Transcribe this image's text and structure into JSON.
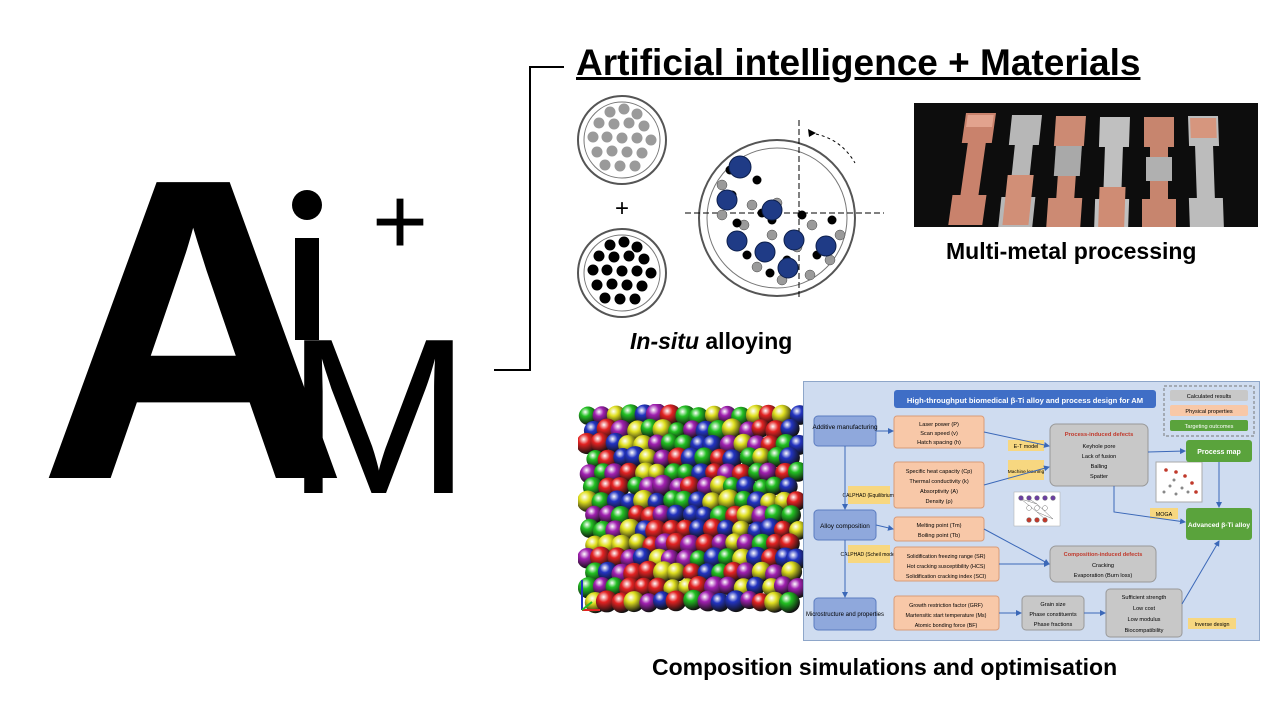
{
  "logo": {
    "big_letter": "A",
    "small_letter": "M",
    "superscript_plus": "+"
  },
  "title": "Artificial intelligence + Materials",
  "captions": {
    "insitu_italic": "In-situ",
    "insitu_rest": " alloying",
    "multi_metal": "Multi-metal processing",
    "composition": "Composition simulations and optimisation"
  },
  "insitu_plus": "+",
  "flowchart": {
    "header": "High-throughput biomedical β-Ti alloy and process design for AM",
    "legend": [
      "Calculated results",
      "Physical properties",
      "Targeting outcomes"
    ],
    "left_boxes": [
      "Additive manufacturing",
      "Alloy composition",
      "Microstructure and properties"
    ],
    "calphad_eq": "CALPHAD (Equilibrium)",
    "calphad_scheil": "CALPHAD (Scheil model)",
    "process_params": [
      "Laser power (P)",
      "Scan speed (v)",
      "Hatch spacing (h)"
    ],
    "thermal_props": [
      "Specific heat capacity (Cp)",
      "Thermal conductivity (k)",
      "Absorptivity (A)",
      "Density (ρ)"
    ],
    "points": [
      "Melting point (Tm)",
      "Boiling point (Tb)"
    ],
    "solid_props": [
      "Solidification freezing range (SR)",
      "Hot cracking susceptibility (HCS)",
      "Solidification cracking index (SCI)"
    ],
    "micro_props": [
      "Growth restriction factor (GRF)",
      "Martensitic start temperature (Ms)",
      "Atomic bonding force (BF)"
    ],
    "et_model": "E-T model",
    "ml": "Machine learning",
    "process_defects_title": "Process-induced defects",
    "process_defects": [
      "Keyhole pore",
      "Lack of fusion",
      "Balling",
      "Spatter"
    ],
    "comp_defects_title": "Composition-induced defects",
    "comp_defects": [
      "Cracking",
      "Evaporation (Burn loss)"
    ],
    "grain": [
      "Grain size",
      "Phase constituents",
      "Phase fractions"
    ],
    "outcomes": [
      "Sufficient strength",
      "Low cost",
      "Low modulus",
      "Biocompatibility"
    ],
    "process_map": "Process map",
    "moga": "MOGA",
    "advanced": "Advanced β-Ti alloy",
    "inverse": "Inverse design"
  },
  "colors": {
    "flow_bg": "#cfdcf0",
    "header_blue": "#3f6ec6",
    "orange": "#f8c8a8",
    "green": "#5aa33c",
    "gray": "#c8c8c8",
    "yellow": "#f7d780",
    "navy": "#1f3b86"
  }
}
